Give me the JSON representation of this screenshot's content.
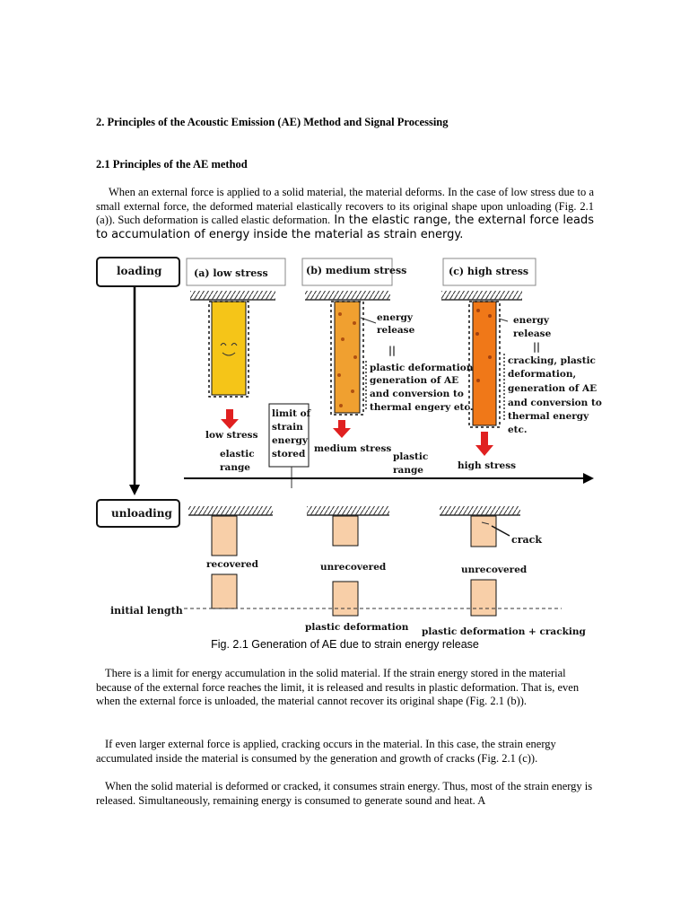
{
  "heading2": "2. Principles of the Acoustic Emission (AE) Method and Signal Processing",
  "heading3": "2.1 Principles of the AE method",
  "para1_serif": "When an external force is applied to a solid material, the material deforms.  In the case of low stress due to a small external force, the deformed material elastically recovers to its original shape upon unloading (Fig. 2.1 (a)).  Such deformation is called elastic deformation.",
  "para1_sans": " In the elastic range, the external force leads to accumulation of energy inside the material as strain energy.",
  "figure": {
    "loading": "loading",
    "unloading": "unloading",
    "low_stress_box": "(a) low stress",
    "medium_stress_box": "(b) medium stress",
    "high_stress_box": "(c) high stress",
    "energy": "energy",
    "release": "release",
    "equals": "||",
    "b_note": [
      "plastic deformation",
      "generation of AE",
      "and conversion to",
      "thermal engery etc."
    ],
    "c_note": [
      "cracking, plastic",
      "deformation,",
      "generation of AE",
      "and conversion to",
      "thermal energy",
      "etc."
    ],
    "limit_box": [
      "limit of",
      "strain",
      "energy",
      "stored"
    ],
    "low_stress": "low stress",
    "medium_stress": "medium stress",
    "high_stress": "high stress",
    "elastic_range": [
      "elastic",
      "range"
    ],
    "plastic_range": [
      "plastic",
      "range"
    ],
    "crack": "crack",
    "recovered": "recovered",
    "unrecovered_b": "unrecovered",
    "unrecovered_c": "unrecovered",
    "initial_length": "initial length",
    "plastic_deformation": "plastic deformation",
    "plastic_deformation_cracking": "plastic deformation + cracking",
    "caption": "Fig. 2.1 Generation of AE due to strain energy release"
  },
  "para2": "There is a limit for energy accumulation in the solid material.  If the strain energy stored in the material because of the external force reaches the limit, it is released and results in plastic deformation.  That is, even when the external force is unloaded, the material cannot recover its original shape (Fig. 2.1 (b)).",
  "para3": "If even larger external force is applied, cracking occurs in the material.  In this case, the strain energy accumulated inside the material is consumed by the generation and growth of cracks (Fig. 2.1 (c)).",
  "para4": "When the solid material is deformed or cracked, it consumes strain energy.  Thus, most of the strain energy is released.  Simultaneously, remaining energy is consumed to generate sound and heat.  A",
  "colors": {
    "low": "#F5C518",
    "medium": "#F0A030",
    "high": "#F07818",
    "pale": "#F8CFA8",
    "arrow": "#E02020"
  }
}
